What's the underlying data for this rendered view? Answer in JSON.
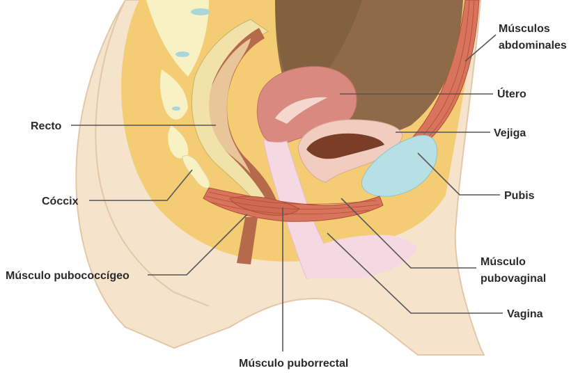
{
  "labels": {
    "musculos_abdominales_1": "Músculos",
    "musculos_abdominales_2": "abdominales",
    "utero": "Útero",
    "vejiga": "Vejiga",
    "pubis": "Pubis",
    "musculo_pubovaginal_1": "Músculo",
    "musculo_pubovaginal_2": "pubovaginal",
    "vagina": "Vagina",
    "musculo_puborrectal": "Músculo puborrectal",
    "musculo_pubococcigeo": "Músculo pubococcígeo",
    "coccix": "Cóccix",
    "recto": "Recto"
  },
  "colors": {
    "skin": "#f6e3cc",
    "skin_edge": "#e2c7a8",
    "pelvic_fill": "#f3cc73",
    "fat_light": "#f5e6a6",
    "abdomen_dark": "#8e6a48",
    "rectum_wall": "#b56a4b",
    "rectum_inner": "#e8c69a",
    "rectum_mucosa": "#f0e2a8",
    "uterus": "#d98a80",
    "uterus_light": "#f4d8d0",
    "bladder": "#f1cdbf",
    "bladder_inner": "#7a3d28",
    "pubis": "#b7e0e4",
    "vagina": "#f5d9e2",
    "muscle": "#d9745c",
    "muscle_line": "#b04a36",
    "bone": "#f8f1c4",
    "leader": "#555555"
  }
}
